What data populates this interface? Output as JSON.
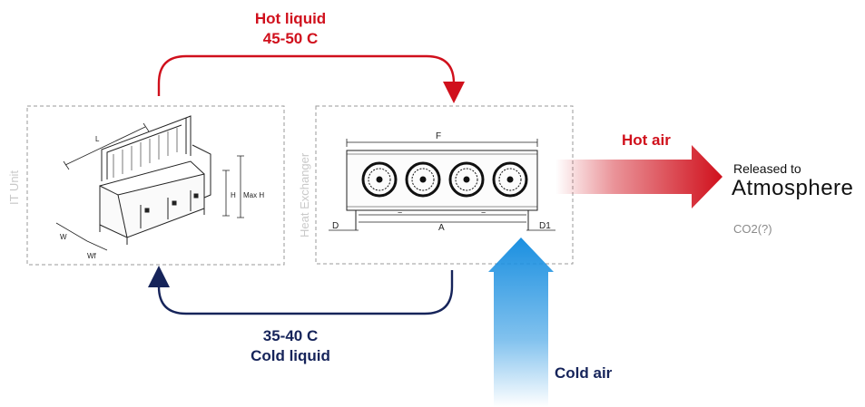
{
  "labels": {
    "hot_liquid_title": "Hot liquid",
    "hot_liquid_temp": "45-50 C",
    "cold_liquid_temp": "35-40 C",
    "cold_liquid_title": "Cold liquid",
    "hot_air": "Hot air",
    "cold_air": "Cold air",
    "released_to": "Released to",
    "atmosphere": "Atmosphere",
    "co2": "CO2(?)",
    "it_unit": "IT Unit",
    "heat_exchanger": "Heat Exchanger"
  },
  "it_unit_dims": {
    "length": "L",
    "height": "H",
    "max_height": "Max H",
    "width": "W",
    "width_front": "Wf"
  },
  "hx_dims": {
    "overall": "F",
    "spacing": "A",
    "equal_left": "=",
    "equal_right": "=",
    "left_offset": "D",
    "right_offset": "D1"
  },
  "colors": {
    "hot": "#d0101c",
    "cold_text": "#16245a",
    "cold_air_blue": "#1a8fe0",
    "border_dashed": "#9a9a9a",
    "muted_text": "#8a8a8a"
  },
  "icons": [
    "it-unit-drawing",
    "heat-exchanger-drawing",
    "fan-icon"
  ]
}
